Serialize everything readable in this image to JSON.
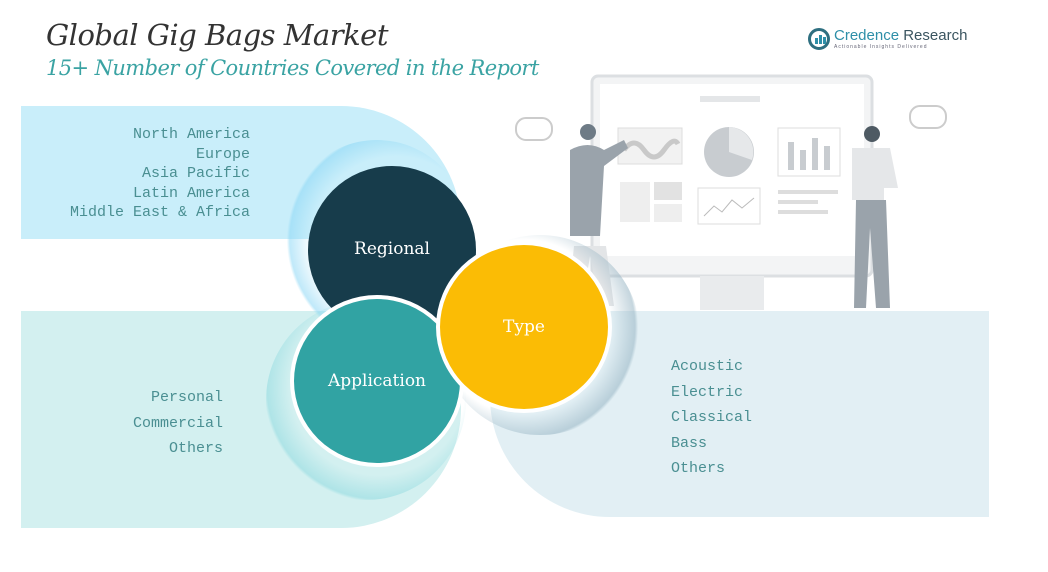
{
  "header": {
    "title": "Global Gig Bags Market",
    "subtitle": "15+ Number of Countries Covered in the Report"
  },
  "logo": {
    "name_part1": "Credence",
    "name_part2": " Research",
    "tagline": "Actionable Insights Delivered"
  },
  "segments": {
    "regional": {
      "label": "Regional",
      "items": [
        "North America",
        "Europe",
        "Asia Pacific",
        "Latin America",
        "Middle East & Africa"
      ]
    },
    "application": {
      "label": "Application",
      "items": [
        "Personal",
        "Commercial",
        "Others"
      ]
    },
    "type": {
      "label": "Type",
      "items": [
        "Acoustic",
        "Electric",
        "Classical",
        "Bass",
        "Others"
      ]
    }
  },
  "colors": {
    "regional": "#173c4b",
    "application": "#31a3a3",
    "type": "#fbbc05"
  }
}
